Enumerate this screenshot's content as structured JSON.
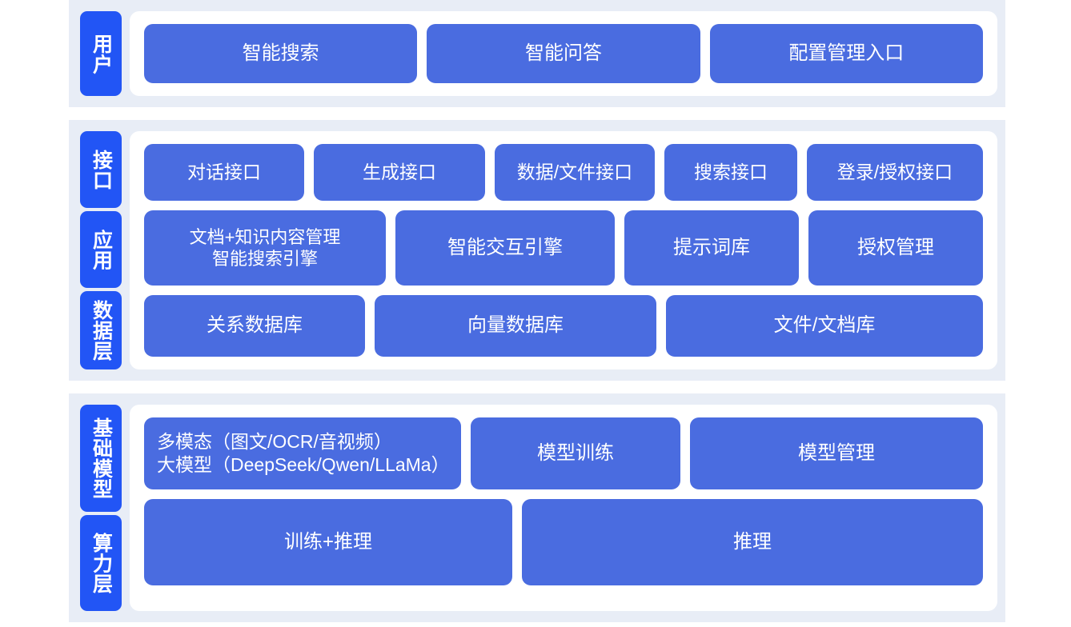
{
  "colors": {
    "section_background": "#e8edf6",
    "panel_background": "#ffffff",
    "rail_tile": "#2255f5",
    "content_box": "#4a6ce0",
    "text_on_blue": "#ffffff",
    "page_background": "#ffffff"
  },
  "sections": [
    {
      "id": "user",
      "rail": [
        {
          "label": "用户"
        }
      ],
      "rows": [
        {
          "id": "user-entries",
          "boxes": [
            {
              "label": "智能搜索"
            },
            {
              "label": "智能问答"
            },
            {
              "label": "配置管理入口"
            }
          ]
        }
      ]
    },
    {
      "id": "middle",
      "rail": [
        {
          "label": "接口"
        },
        {
          "label": "应用"
        },
        {
          "label": "数据层"
        }
      ],
      "rows": [
        {
          "id": "interface",
          "boxes": [
            {
              "label": "对话接口"
            },
            {
              "label": "生成接口"
            },
            {
              "label": "数据/文件接口"
            },
            {
              "label": "搜索接口"
            },
            {
              "label": "登录/授权接口"
            }
          ]
        },
        {
          "id": "application",
          "boxes": [
            {
              "label": "文档+知识内容管理\n智能搜索引擎"
            },
            {
              "label": "智能交互引擎"
            },
            {
              "label": "提示词库"
            },
            {
              "label": "授权管理"
            }
          ]
        },
        {
          "id": "data",
          "boxes": [
            {
              "label": "关系数据库"
            },
            {
              "label": "向量数据库"
            },
            {
              "label": "文件/文档库"
            }
          ]
        }
      ]
    },
    {
      "id": "infra",
      "rail": [
        {
          "label": "基础模型"
        },
        {
          "label": "算力层"
        }
      ],
      "rows": [
        {
          "id": "model",
          "boxes": [
            {
              "label": "多模态（图文/OCR/音视频）\n大模型（DeepSeek/Qwen/LLaMa）"
            },
            {
              "label": "模型训练"
            },
            {
              "label": "模型管理"
            }
          ]
        },
        {
          "id": "compute",
          "boxes": [
            {
              "label": "训练+推理"
            },
            {
              "label": "推理"
            }
          ]
        }
      ]
    }
  ]
}
